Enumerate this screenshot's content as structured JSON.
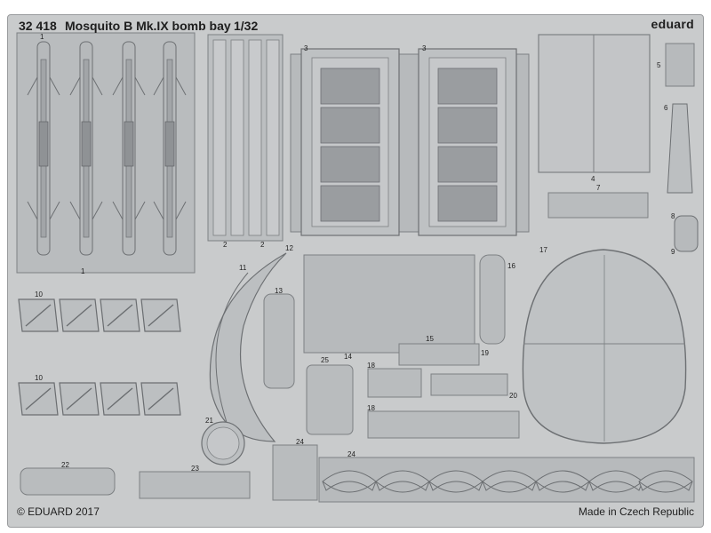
{
  "header": {
    "set_number": "32 418",
    "set_title": "Mosquito B Mk.IX bomb bay",
    "scale": "1/32",
    "brand": "eduard"
  },
  "footer": {
    "copyright": "© EDUARD 2017",
    "origin": "Made in Czech Republic"
  },
  "parts": {
    "p1": "1",
    "p2": "2",
    "p3": "3",
    "p4": "4",
    "p5": "5",
    "p6": "6",
    "p7": "7",
    "p8": "8",
    "p9": "9",
    "p10": "10",
    "p11": "11",
    "p12": "12",
    "p13": "13",
    "p14": "14",
    "p15": "15",
    "p16": "16",
    "p17": "17",
    "p18": "18",
    "p19": "19",
    "p20": "20",
    "p21": "21",
    "p22": "22",
    "p23": "23",
    "p24": "24",
    "p25": "25"
  },
  "colors": {
    "fret": "#c9cbcc",
    "part_fill": "#babdbf",
    "part_line": "#7d8083",
    "text": "#1e1e1e"
  }
}
